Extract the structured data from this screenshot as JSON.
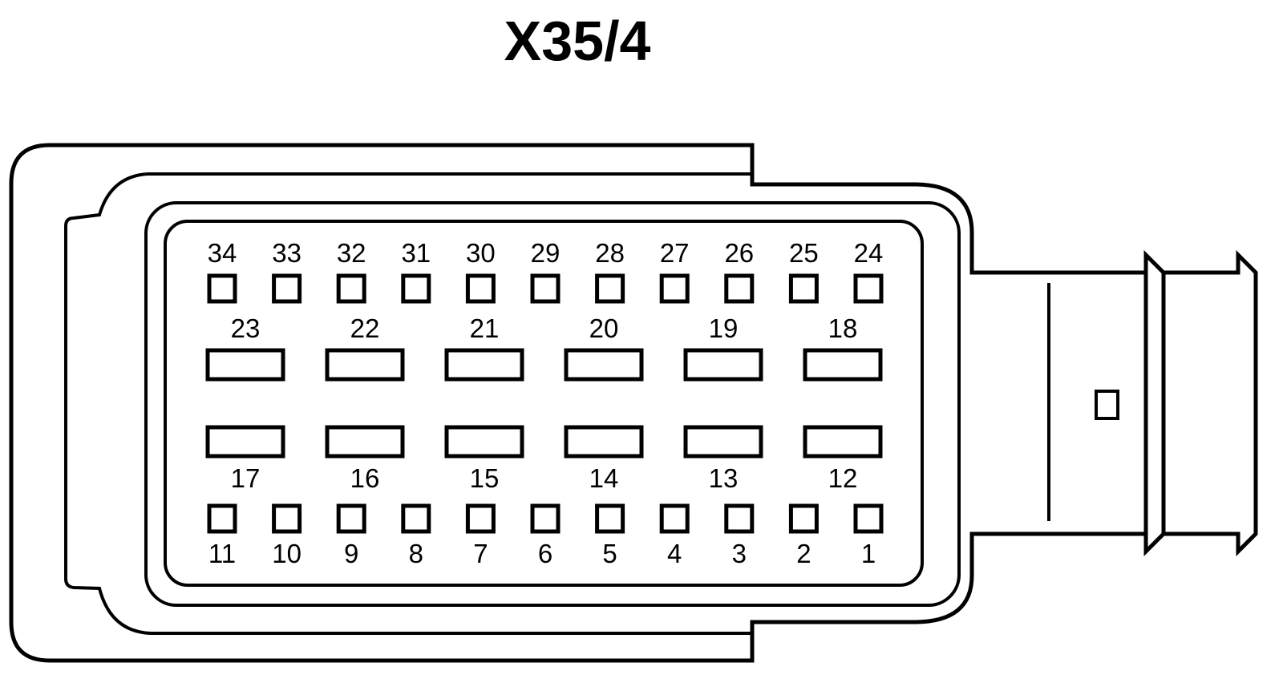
{
  "title": "X35/4",
  "colors": {
    "stroke": "#000000",
    "background": "#ffffff"
  },
  "rows": {
    "top_small": [
      "34",
      "33",
      "32",
      "31",
      "30",
      "29",
      "28",
      "27",
      "26",
      "25",
      "24"
    ],
    "upper_large": [
      "23",
      "22",
      "21",
      "20",
      "19",
      "18"
    ],
    "lower_large": [
      "17",
      "16",
      "15",
      "14",
      "13",
      "12"
    ],
    "bottom_small": [
      "11",
      "10",
      "9",
      "8",
      "7",
      "6",
      "5",
      "4",
      "3",
      "2",
      "1"
    ]
  }
}
